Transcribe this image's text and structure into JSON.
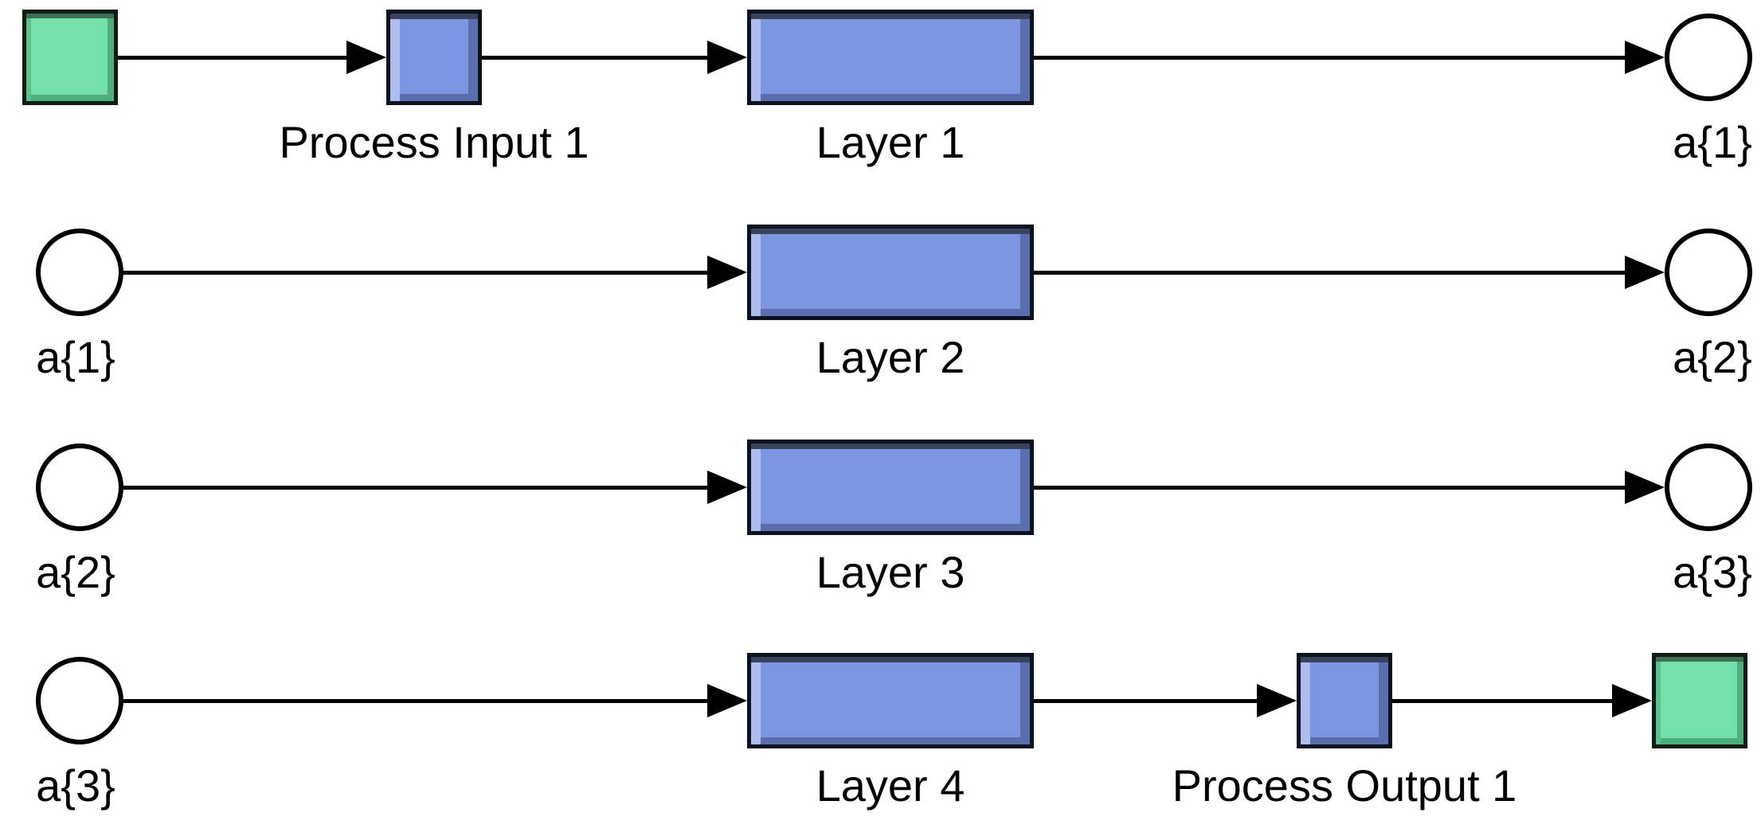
{
  "diagram": {
    "type": "neural-network-block-diagram",
    "rows": [
      {
        "nodes": [
          {
            "kind": "input-marker",
            "shape": "green-square",
            "label": ""
          },
          {
            "kind": "process-block",
            "shape": "blue-square",
            "label": "Process Input 1"
          },
          {
            "kind": "layer-block",
            "shape": "blue-rect",
            "label": "Layer 1"
          },
          {
            "kind": "signal",
            "shape": "circle",
            "label": "a{1}"
          }
        ]
      },
      {
        "nodes": [
          {
            "kind": "signal",
            "shape": "circle",
            "label": "a{1}"
          },
          {
            "kind": "layer-block",
            "shape": "blue-rect",
            "label": "Layer 2"
          },
          {
            "kind": "signal",
            "shape": "circle",
            "label": "a{2}"
          }
        ]
      },
      {
        "nodes": [
          {
            "kind": "signal",
            "shape": "circle",
            "label": "a{2}"
          },
          {
            "kind": "layer-block",
            "shape": "blue-rect",
            "label": "Layer 3"
          },
          {
            "kind": "signal",
            "shape": "circle",
            "label": "a{3}"
          }
        ]
      },
      {
        "nodes": [
          {
            "kind": "signal",
            "shape": "circle",
            "label": "a{3}"
          },
          {
            "kind": "layer-block",
            "shape": "blue-rect",
            "label": "Layer 4"
          },
          {
            "kind": "process-block",
            "shape": "blue-square",
            "label": "Process Output 1"
          },
          {
            "kind": "output-marker",
            "shape": "green-square",
            "label": ""
          }
        ]
      }
    ],
    "connections": [
      {
        "from": "input-marker",
        "to": "Process Input 1"
      },
      {
        "from": "Process Input 1",
        "to": "Layer 1"
      },
      {
        "from": "Layer 1",
        "to": "a{1}"
      },
      {
        "from": "a{1}",
        "to": "Layer 2"
      },
      {
        "from": "Layer 2",
        "to": "a{2}"
      },
      {
        "from": "a{2}",
        "to": "Layer 3"
      },
      {
        "from": "Layer 3",
        "to": "a{3}"
      },
      {
        "from": "a{3}",
        "to": "Layer 4"
      },
      {
        "from": "Layer 4",
        "to": "Process Output 1"
      },
      {
        "from": "Process Output 1",
        "to": "output-marker"
      }
    ],
    "colors": {
      "layer_block_fill": "#7c95e0",
      "io_marker_fill": "#74e0aa",
      "signal_circle_fill": "#ffffff",
      "line": "#000000",
      "label_text": "#000000",
      "background": "#ffffff"
    }
  }
}
